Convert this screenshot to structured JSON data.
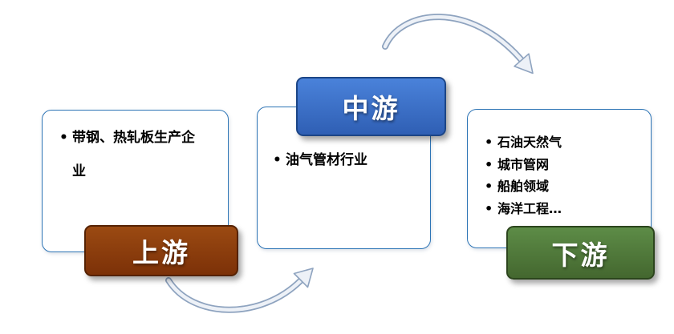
{
  "diagram": {
    "type": "flow",
    "background_color": "#FFFFFF",
    "box_border_color": "#2E75B6",
    "nodes": [
      {
        "id": "upstream",
        "label": "上游",
        "label_color": "#8A3C0E",
        "label_border_color": "#552203",
        "items": [
          "带钢、热轧板生产企业"
        ]
      },
      {
        "id": "midstream",
        "label": "中游",
        "label_color": "#3C74CE",
        "label_border_color": "#1C4586",
        "items": [
          "油气管材行业"
        ]
      },
      {
        "id": "downstream",
        "label": "下游",
        "label_color": "#4E7B3B",
        "label_border_color": "#2C451D",
        "items": [
          "石油天然气",
          "城市管网",
          "船舶领域",
          "海洋工程…"
        ]
      }
    ],
    "arrows": [
      {
        "id": "upstream-to-midstream",
        "from": "upstream",
        "to": "midstream",
        "fill": "#EDF1F7",
        "outline": "#8EA3BF"
      },
      {
        "id": "midstream-to-downstream",
        "from": "midstream",
        "to": "downstream",
        "fill": "#EDF1F7",
        "outline": "#8EA3BF"
      }
    ]
  }
}
